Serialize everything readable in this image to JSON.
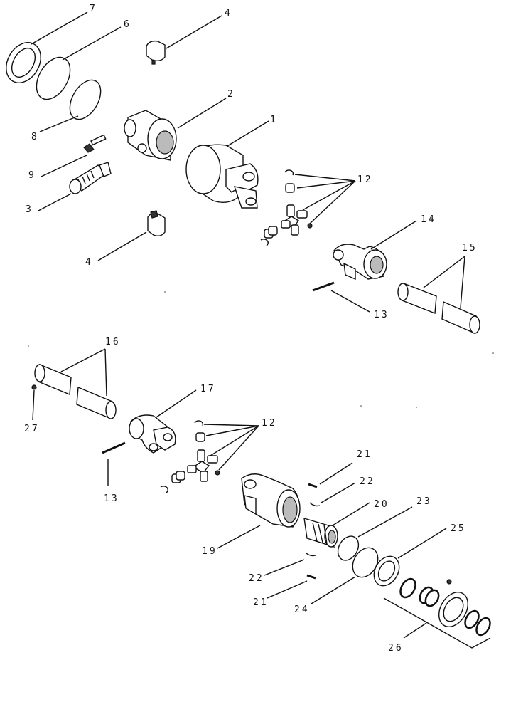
{
  "callouts": {
    "c7": "7",
    "c6": "6",
    "c4a": "4",
    "c2": "2",
    "c1": "1",
    "c8": "8",
    "c9": "9",
    "c3": "3",
    "c4b": "4",
    "c12a": "12",
    "c14": "14",
    "c15": "15",
    "c13a": "13",
    "c16": "16",
    "c27": "27",
    "c17": "17",
    "c12b": "12",
    "c13b": "13",
    "c21a": "21",
    "c22a": "22",
    "c20": "20",
    "c23": "23",
    "c25": "25",
    "c19": "19",
    "c22b": "22",
    "c21b": "21",
    "c24": "24",
    "c26": "26"
  }
}
